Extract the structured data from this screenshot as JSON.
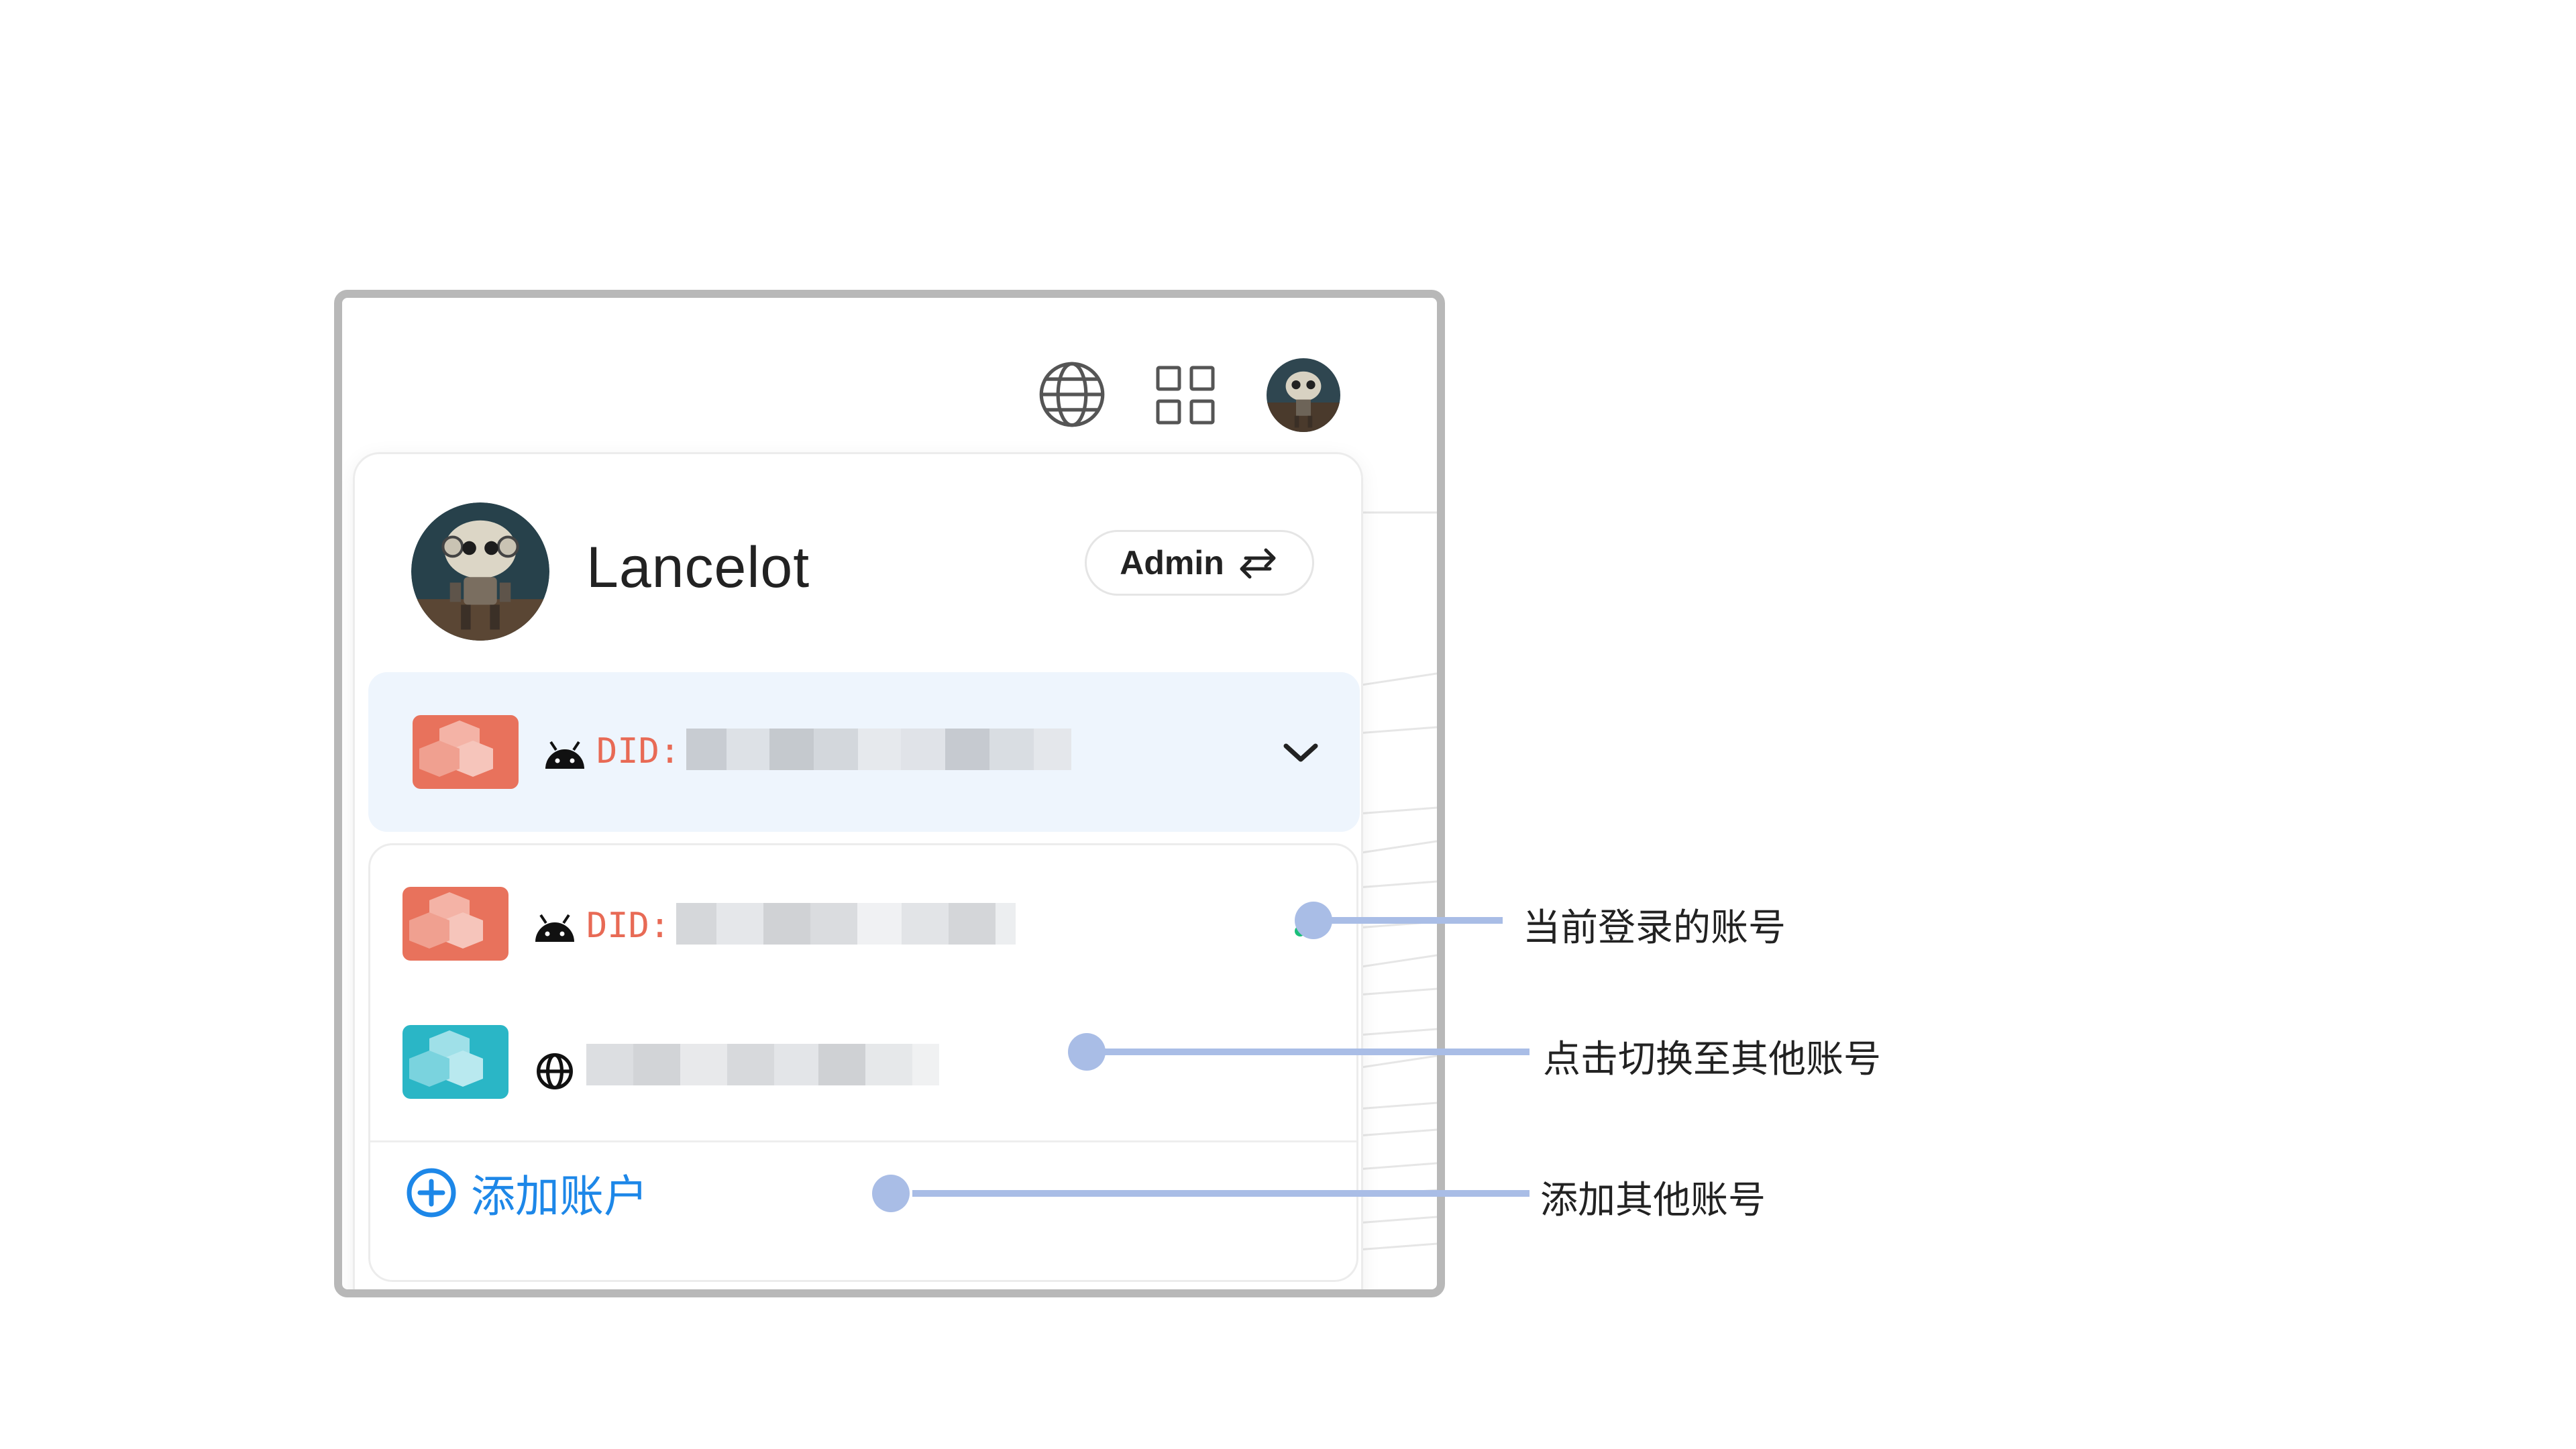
{
  "topbar": {
    "language_icon": "globe-icon",
    "apps_icon": "grid-icon",
    "avatar_icon": "robot-avatar"
  },
  "user": {
    "name": "Lancelot",
    "role_label": "Admin",
    "role_switch_icon": "swap-arrows-icon"
  },
  "current_did": {
    "prefix": "DID:",
    "platform_icon": "android-icon",
    "expand_icon": "chevron-down-icon"
  },
  "accounts": [
    {
      "prefix": "DID:",
      "platform_icon": "android-icon",
      "status": "active"
    },
    {
      "prefix": "",
      "platform_icon": "globe-icon",
      "status": "inactive"
    }
  ],
  "add_account": {
    "label": "添加账户",
    "icon": "plus-circle-icon"
  },
  "callouts": {
    "current": "当前登录的账号",
    "switch": "点击切换至其他账号",
    "add": "添加其他账号"
  },
  "colors": {
    "accent": "#1d87e8",
    "did_text": "#e86a55",
    "active_dot": "#1bbf7a",
    "callout_line": "#a9bde6",
    "selected_bg": "#eef5fd"
  }
}
